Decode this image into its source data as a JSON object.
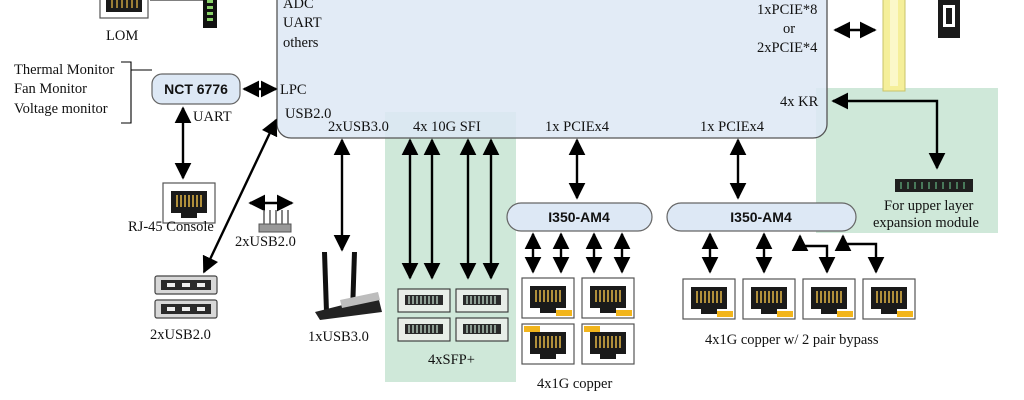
{
  "soc_box": {
    "labels": {
      "adc": "ADC",
      "uart": "UART",
      "others": "others",
      "lpc": "LPC",
      "usb20": "USB2.0",
      "usb30": "2xUSB3.0",
      "sfi": "4x 10G SFI",
      "pcie_a": "1x PCIEx4",
      "pcie_b": "1x PCIEx4",
      "kr": "4x KR",
      "pcie8": "1xPCIE*8",
      "or": "or",
      "pcie4": "2xPCIE*4"
    }
  },
  "lom": {
    "label": "LOM"
  },
  "monitors": {
    "thermal": "Thermal Monitor",
    "fan": "Fan Monitor",
    "voltage": "Voltage monitor"
  },
  "nct": {
    "label": "NCT 6776",
    "uart": "UART"
  },
  "console": {
    "label": "RJ-45 Console"
  },
  "usb_header": {
    "label": "2xUSB2.0"
  },
  "usb_ports": {
    "label": "2xUSB2.0"
  },
  "usb3_port": {
    "label": "1xUSB3.0"
  },
  "sfp": {
    "label": "4xSFP+"
  },
  "i350_left": {
    "label": "I350-AM4",
    "ports_label": "4x1G copper"
  },
  "i350_right": {
    "label": "I350-AM4",
    "ports_label": "4x1G copper w/ 2 pair bypass"
  },
  "expansion": {
    "line1": "For upper layer",
    "line2": "expansion module"
  },
  "colors": {
    "soc_fill": "#dde8f5",
    "green_zone": "#cfe8d9",
    "chip_fill": "#dde8f5",
    "port_yellow": "#f2b51c",
    "slot_yellow": "#f5ef9a"
  }
}
